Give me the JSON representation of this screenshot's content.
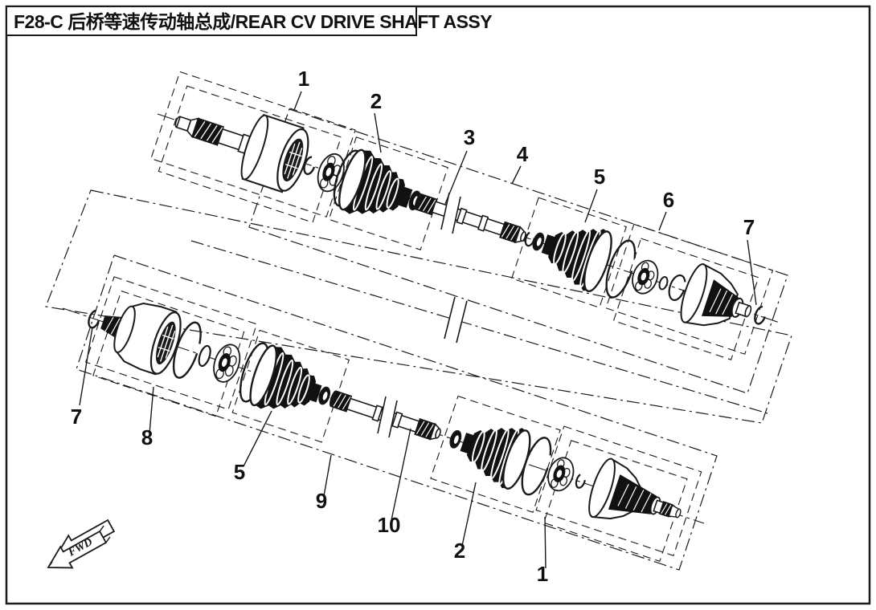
{
  "title": "F28-C 后桥等速传动轴总成/REAR CV DRIVE SHAFT ASSY",
  "fwd_label": "FWD",
  "callouts": {
    "top": [
      "1",
      "2",
      "3",
      "4",
      "5",
      "6",
      "7"
    ],
    "bottom": [
      "7",
      "8",
      "5",
      "9",
      "10",
      "2",
      "1"
    ]
  },
  "colors": {
    "line": "#1a1a1a",
    "background": "#ffffff"
  }
}
